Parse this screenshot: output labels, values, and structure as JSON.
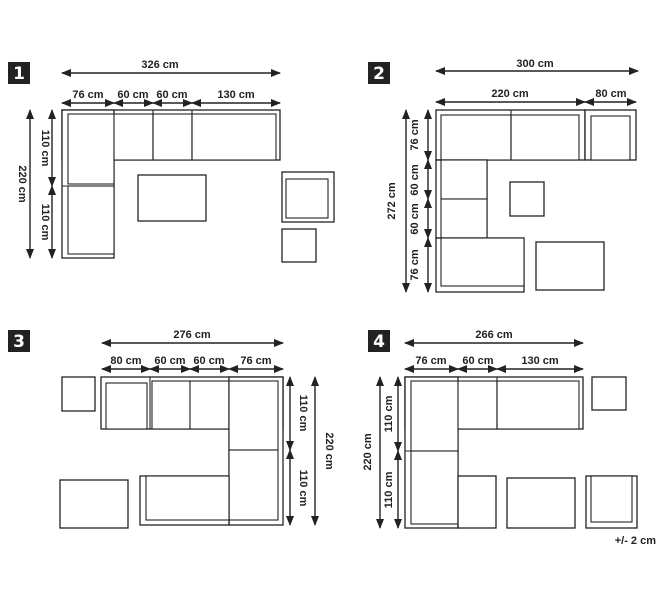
{
  "unit": "cm",
  "tolerance": "+/- 2 cm",
  "configs": [
    {
      "number": "1",
      "overall_width": "326 cm",
      "segments": [
        "76 cm",
        "60 cm",
        "60 cm",
        "130 cm"
      ],
      "depth_total": "220 cm",
      "depth_parts": [
        "110 cm",
        "110 cm"
      ]
    },
    {
      "number": "2",
      "overall_width": "300 cm",
      "segments": [
        "220 cm",
        "80 cm"
      ],
      "depth_total": "272 cm",
      "depth_parts": [
        "76 cm",
        "60 cm",
        "60 cm",
        "76 cm"
      ]
    },
    {
      "number": "3",
      "overall_width": "276 cm",
      "segments": [
        "80 cm",
        "60 cm",
        "60 cm",
        "76 cm"
      ],
      "depth_total": "220 cm",
      "depth_parts": [
        "110 cm",
        "110 cm"
      ]
    },
    {
      "number": "4",
      "overall_width": "266 cm",
      "segments": [
        "76 cm",
        "60 cm",
        "130 cm"
      ],
      "depth_total": "220 cm",
      "depth_parts": [
        "110 cm",
        "110 cm"
      ]
    }
  ]
}
